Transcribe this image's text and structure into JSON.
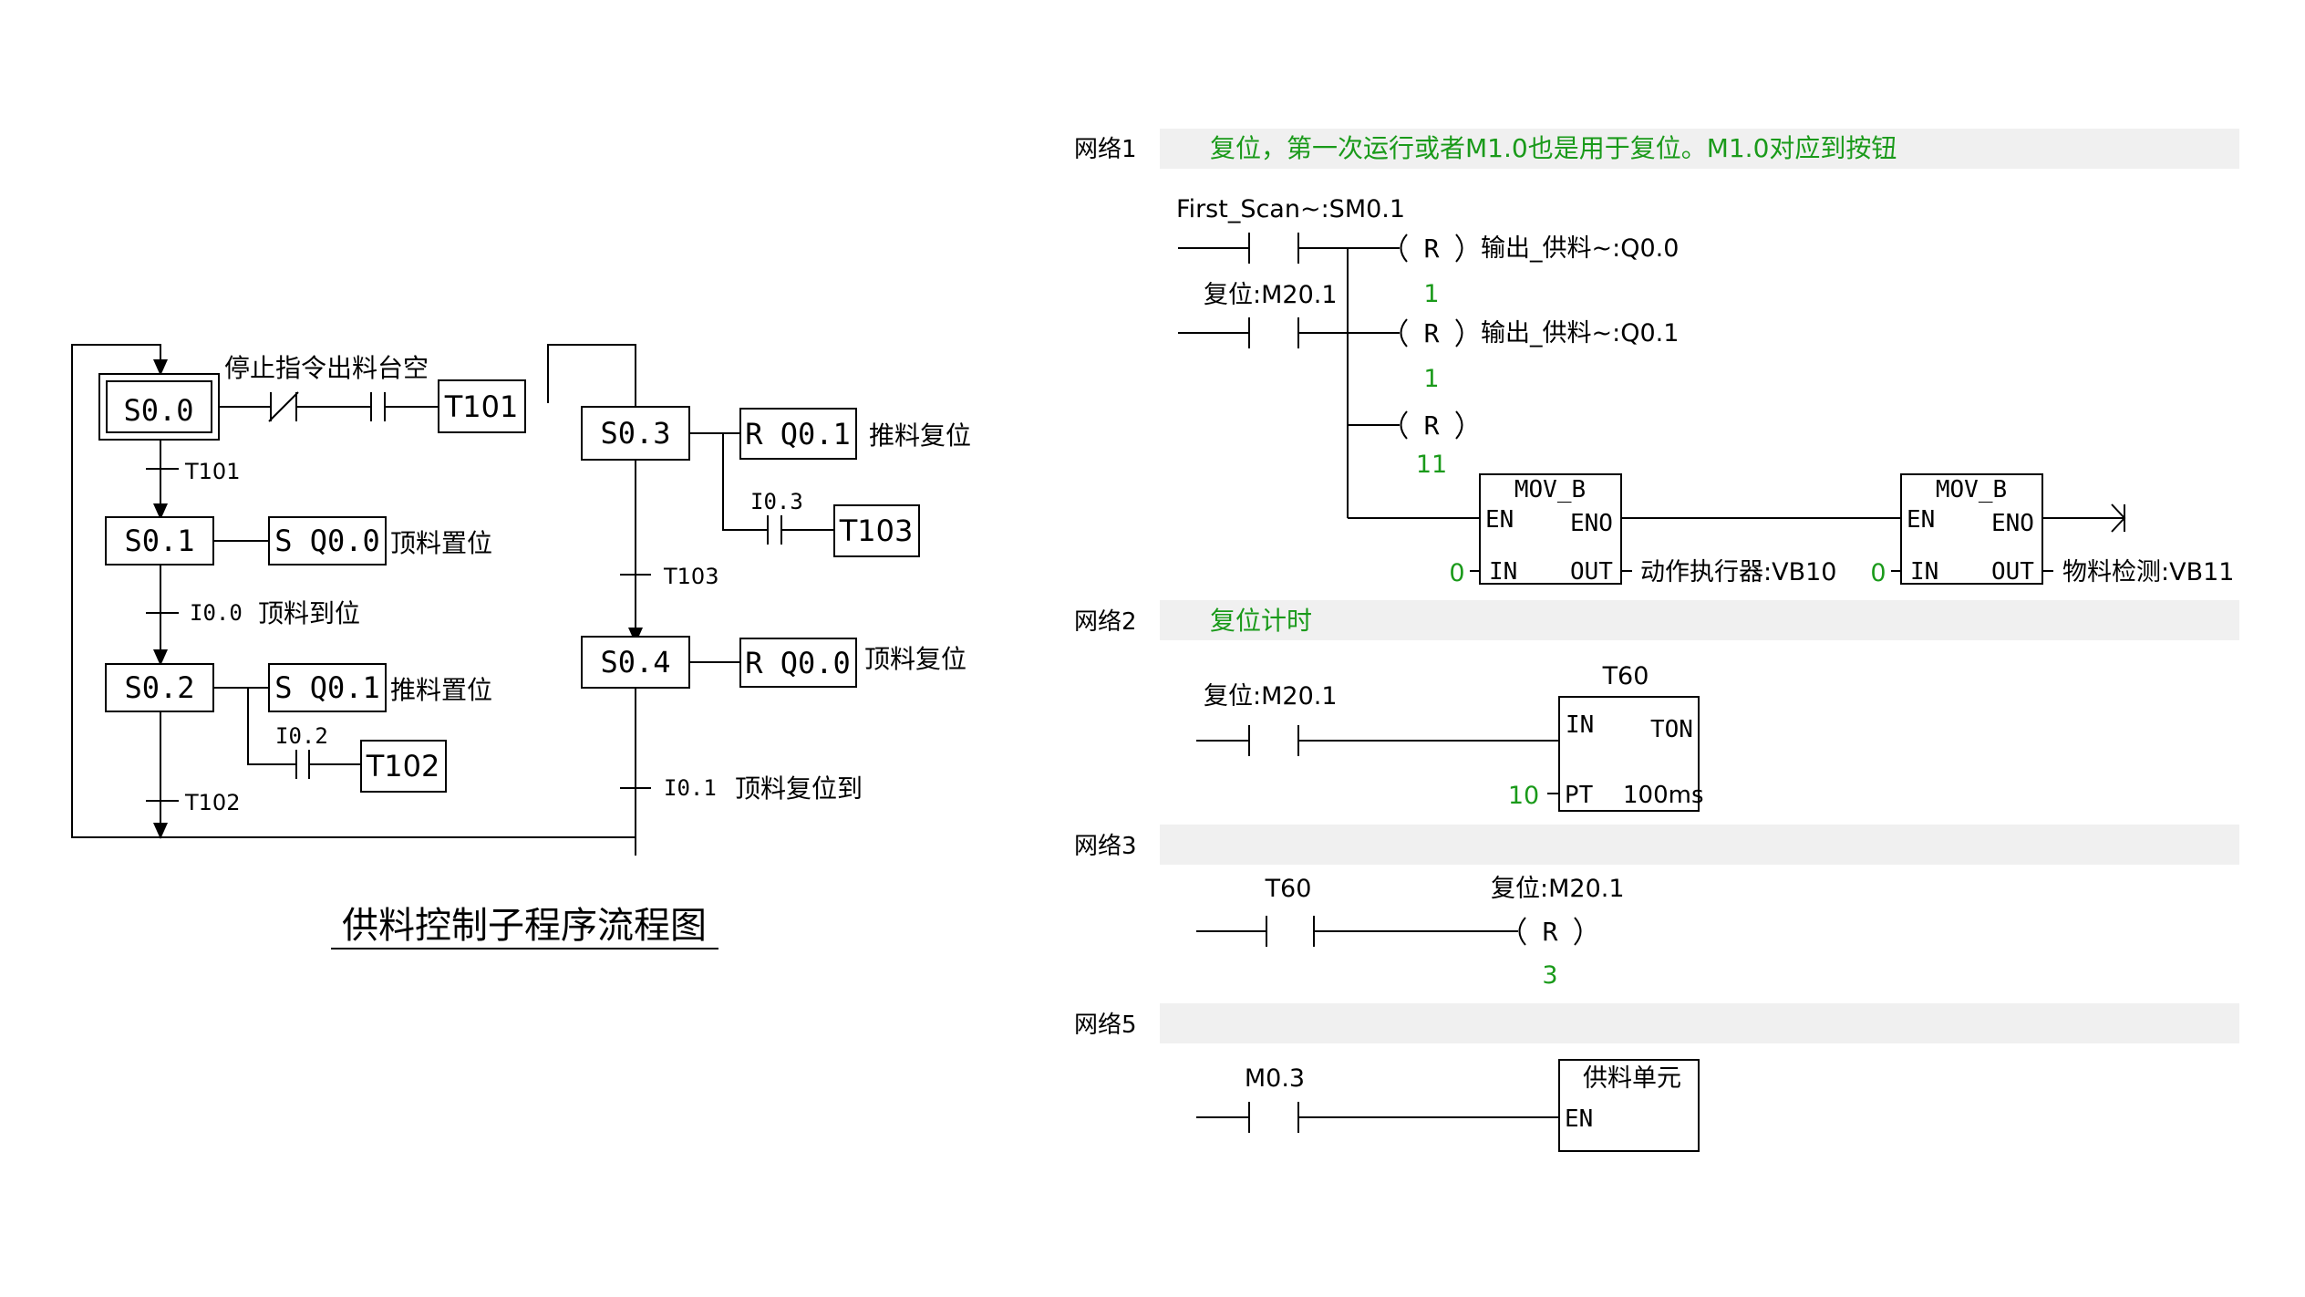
{
  "flowchart": {
    "title": "供料控制子程序流程图",
    "steps": {
      "s00": "S0.0",
      "s01": "S0.1",
      "s02": "S0.2",
      "s03": "S0.3",
      "s04": "S0.4"
    },
    "s00_condition_label": "停止指令出料台空",
    "t101_box": "T101",
    "t101_label": "T101",
    "s01_action": "S  Q0.0",
    "s01_action_desc": "顶料置位",
    "i00_label": "I0.0",
    "i00_desc": "顶料到位",
    "s02_action": "S  Q0.1",
    "s02_action_desc": "推料置位",
    "i02_label": "I0.2",
    "t102_box": "T102",
    "t102_label": "T102",
    "s03_action": "R  Q0.1",
    "s03_action_desc": "推料复位",
    "i03_label": "I0.3",
    "t103_box": "T103",
    "t103_label": "T103",
    "s04_action": "R  Q0.0",
    "s04_action_desc": "顶料复位",
    "i01_label": "I0.1",
    "i01_desc": "顶料复位到"
  },
  "ladder": {
    "net1": {
      "label": "网络1",
      "comment": "复位，第一次运行或者M1.0也是用于复位。M1.0对应到按钮",
      "contact1": "First_Scan~:SM0.1",
      "contact2": "复位:M20.1",
      "coil_r": "R",
      "coil1_out": "输出_供料~:Q0.0",
      "coil1_n": "1",
      "coil2_out": "输出_供料~:Q0.1",
      "coil2_n": "1",
      "coil3_n": "11",
      "mov1": {
        "title": "MOV_B",
        "en": "EN",
        "eno": "ENO",
        "in": "IN",
        "out": "OUT",
        "in_val": "0",
        "out_val": "动作执行器:VB10"
      },
      "mov2": {
        "title": "MOV_B",
        "en": "EN",
        "eno": "ENO",
        "in": "IN",
        "out": "OUT",
        "in_val": "0",
        "out_val": "物料检测:VB11"
      }
    },
    "net2": {
      "label": "网络2",
      "comment": "复位计时",
      "contact": "复位:M20.1",
      "timer_name": "T60",
      "timer_type": "TON",
      "timer_in": "IN",
      "timer_pt": "PT",
      "timer_base": "100ms",
      "pt_val": "10"
    },
    "net3": {
      "label": "网络3",
      "contact": "T60",
      "coil_label": "复位:M20.1",
      "coil_r": "R",
      "coil_n": "3"
    },
    "net5": {
      "label": "网络5",
      "contact": "M0.3",
      "block_title": "供料单元",
      "block_en": "EN"
    }
  },
  "colors": {
    "comment_green": "#1a9a1a",
    "band_gray": "#f0f0f0"
  }
}
